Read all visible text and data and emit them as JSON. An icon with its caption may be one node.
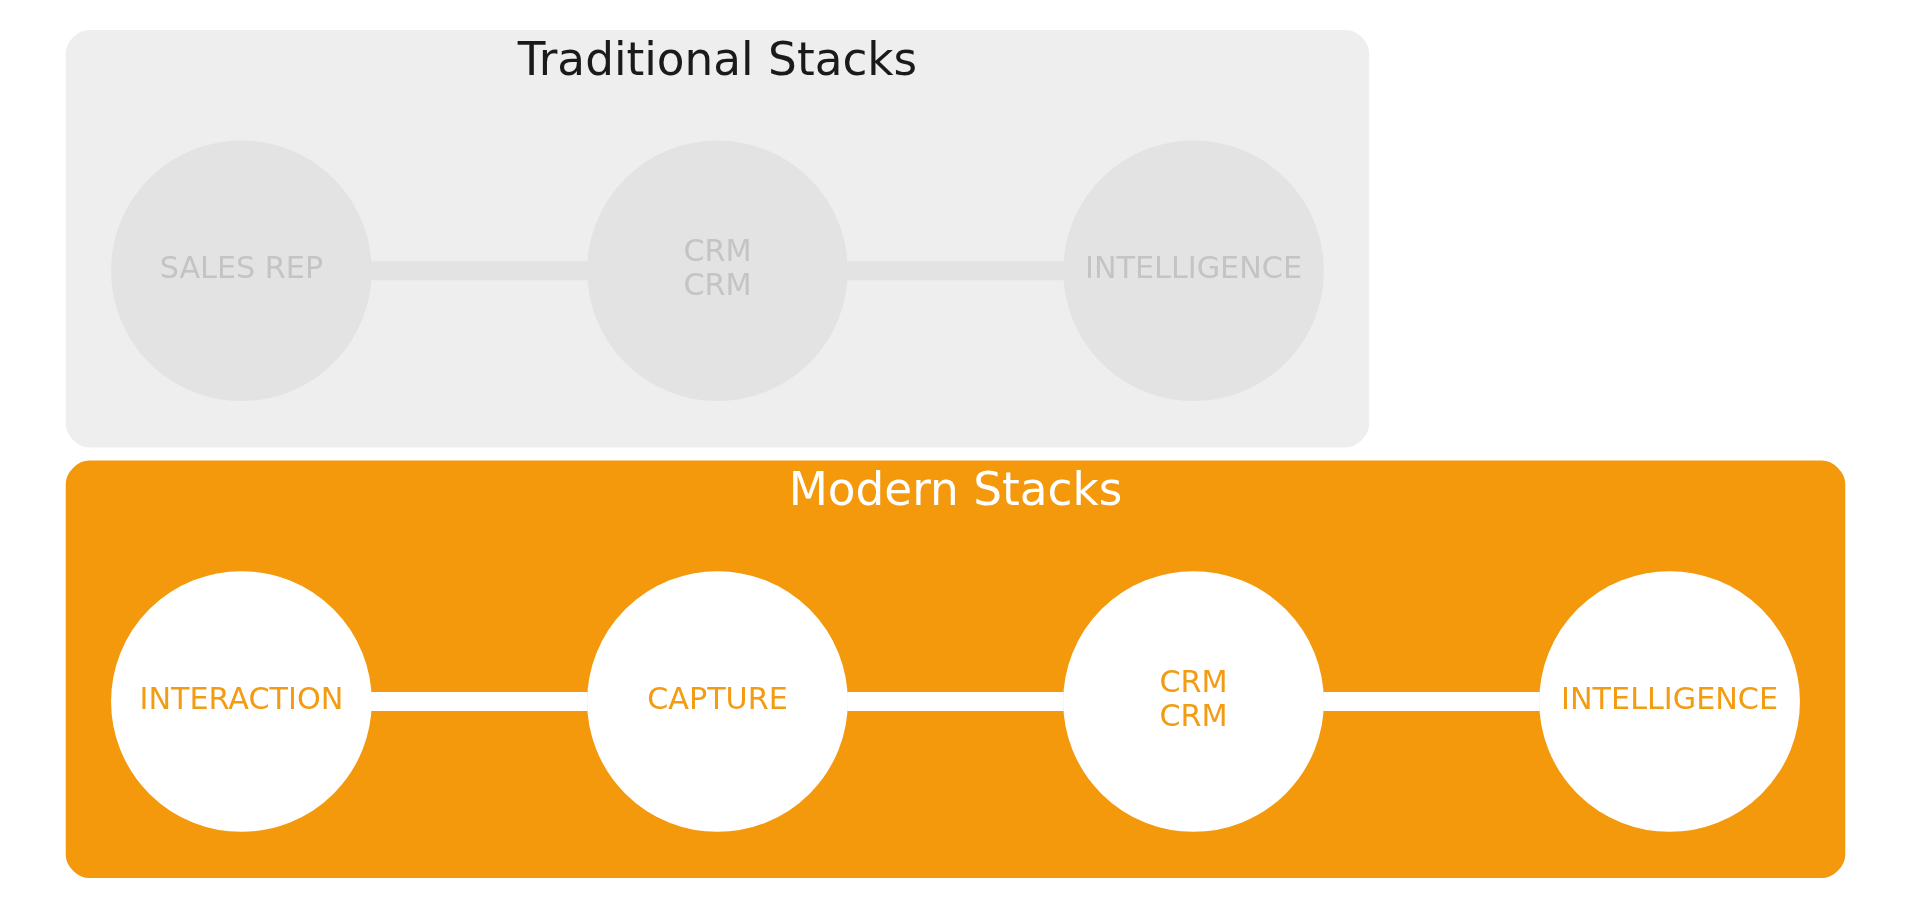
{
  "diagram": {
    "nodes": [
      {
        "text": [
          "Traditional Stacks"
        ]
      },
      {
        "text": [
          "SALES REP"
        ],
        "in": 0
      },
      {
        "text": [
          "CRM",
          "CRM"
        ],
        "in": 0
      },
      {
        "text": [
          "INTELLIGENCE"
        ],
        "in": 0
      },
      {
        "text": [
          "Modern Stacks"
        ]
      },
      {
        "text": [
          "INTERACTION"
        ],
        "in": 4
      },
      {
        "text": [
          "CAPTURE"
        ],
        "in": 4
      },
      {
        "text": [
          "CRM",
          "CRM"
        ],
        "in": 4
      },
      {
        "text": [
          "INTELLIGENCE"
        ],
        "in": 4
      }
    ],
    "edges": [
      {
        "from": 1,
        "to": 2,
        "arrow": "none",
        "color": "#e3e3e3"
      },
      {
        "from": 2,
        "to": 3,
        "arrow": "none",
        "color": "#e3e3e3"
      },
      {
        "from": 5,
        "to": 6,
        "arrow": "none",
        "color": "#ffffff"
      },
      {
        "from": 6,
        "to": 7,
        "arrow": "none",
        "color": "#ffffff"
      },
      {
        "from": 7,
        "to": 8,
        "arrow": "none",
        "color": "#ffffff"
      }
    ]
  }
}
